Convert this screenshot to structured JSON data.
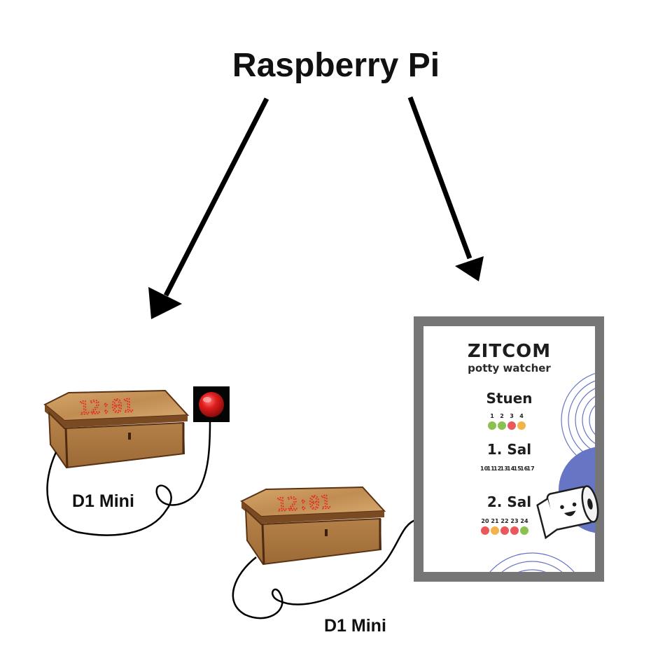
{
  "diagram": {
    "title": "Raspberry Pi",
    "device_left_label": "D1 Mini",
    "device_right_label": "D1 Mini",
    "box_clock_text": "12:01"
  },
  "poster": {
    "brand": "ZITCOM",
    "subtitle": "potty watcher",
    "floors": [
      {
        "name": "Stuen",
        "numbers": [
          "1",
          "2",
          "3",
          "4"
        ],
        "statuses": [
          "#8cc152",
          "#8cc152",
          "#e9585a",
          "#f2b34a"
        ]
      },
      {
        "name": "1. Sal",
        "numbers": [
          "10",
          "11",
          "12",
          "13",
          "14",
          "15",
          "16",
          "17"
        ],
        "statuses": []
      },
      {
        "name": "2. Sal",
        "numbers": [
          "20",
          "21",
          "22",
          "23",
          "24"
        ],
        "statuses": [
          "#e9585a",
          "#f2b34a",
          "#e9585a",
          "#e9585a",
          "#8cc152"
        ]
      }
    ]
  },
  "colors": {
    "frame": "#767676",
    "accent_blue": "#6675c4",
    "wood_light": "#c9975c",
    "wood_dark": "#6b3f1d",
    "led_red": "#e82323",
    "button_red": "#e01d1d"
  },
  "icons": [
    "arrow-icon",
    "push-button-icon",
    "toilet-roll-icon"
  ]
}
